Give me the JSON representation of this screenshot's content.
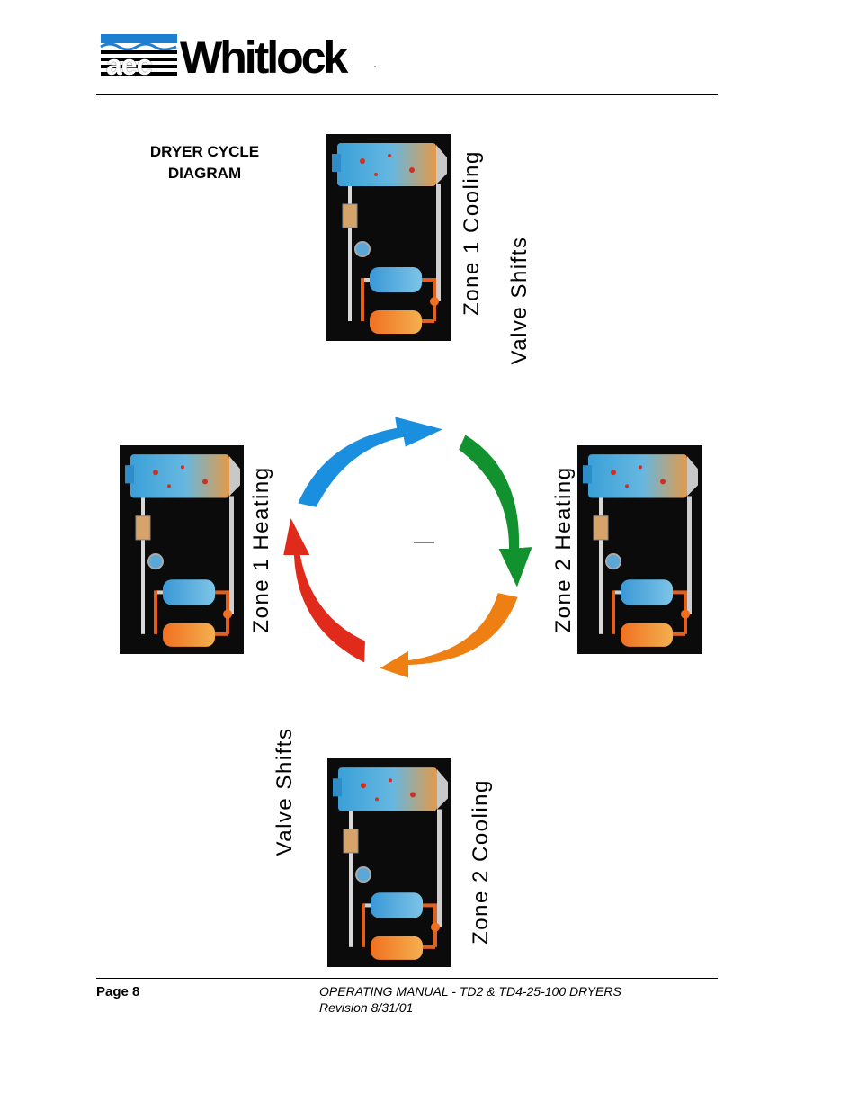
{
  "header": {
    "logo_mark": "aec",
    "logo_brand": "Whitlock",
    "logo_trademark": "."
  },
  "diagram": {
    "title_line1": "DRYER CYCLE",
    "title_line2": "DIAGRAM",
    "labels": {
      "zone1_cooling": "Zone 1 Cooling",
      "valve_shifts_top": "Valve Shifts",
      "zone1_heating": "Zone 1 Heating",
      "zone2_heating": "Zone 2 Heating",
      "valve_shifts_bottom": "Valve Shifts",
      "zone2_cooling": "Zone 2 Cooling"
    },
    "arrow_colors": {
      "blue": "#1a8fe0",
      "green": "#12922e",
      "orange": "#ee7f12",
      "red": "#e02a1c"
    }
  },
  "footer": {
    "page": "Page 8",
    "manual_line1": "OPERATING MANUAL - TD2 & TD4-25-100  DRYERS",
    "manual_line2": "Revision 8/31/01"
  }
}
